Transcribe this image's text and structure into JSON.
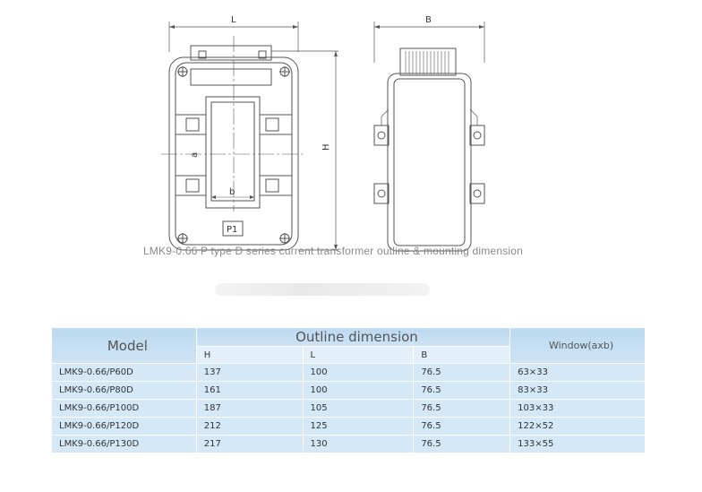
{
  "diagram": {
    "front_view": {
      "dim_L": "L",
      "dim_H": "H",
      "dim_a": "a",
      "dim_b": "b",
      "plate_label": "P1"
    },
    "side_view": {
      "dim_B": "B"
    },
    "caption": "LMK9-0.66 P type D series current transformer outline & mounting dimension"
  },
  "table": {
    "header": {
      "model": "Model",
      "outline": "Outline dimension",
      "window": "Window(axb)",
      "sub": [
        "H",
        "L",
        "B"
      ]
    },
    "rows": [
      {
        "model": "LMK9-0.66/P60D",
        "h": "137",
        "l": "100",
        "b": "76.5",
        "window": "63×33"
      },
      {
        "model": "LMK9-0.66/P80D",
        "h": "161",
        "l": "100",
        "b": "76.5",
        "window": "83×33"
      },
      {
        "model": "LMK9-0.66/P100D",
        "h": "187",
        "l": "105",
        "b": "76.5",
        "window": "103×33"
      },
      {
        "model": "LMK9-0.66/P120D",
        "h": "212",
        "l": "125",
        "b": "76.5",
        "window": "122×52"
      },
      {
        "model": "LMK9-0.66/P130D",
        "h": "217",
        "l": "130",
        "b": "76.5",
        "window": "133×55"
      }
    ]
  }
}
